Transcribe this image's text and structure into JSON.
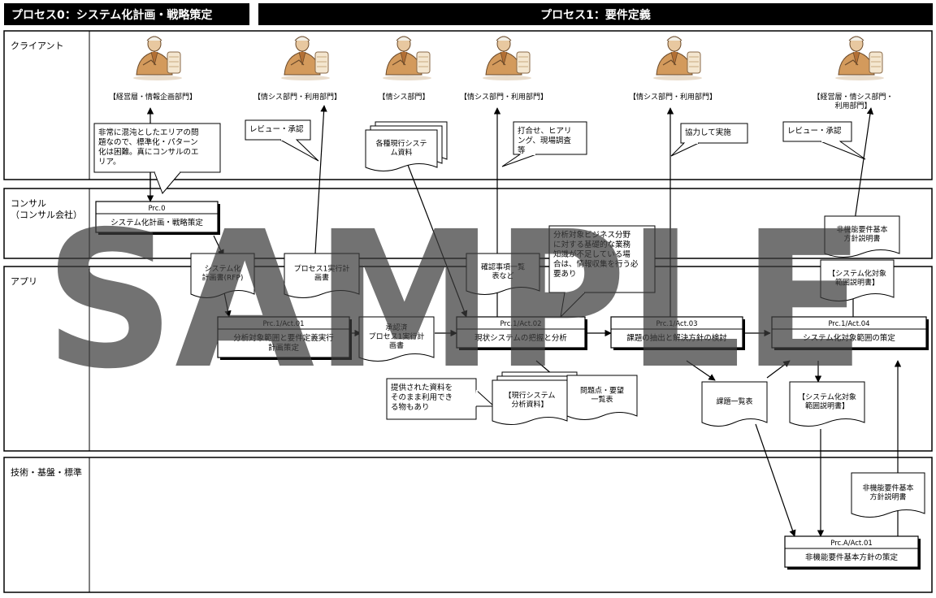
{
  "header": {
    "phase0": "プロセス0：システム化計画・戦略策定",
    "phase1": "プロセス1：要件定義"
  },
  "lanes": {
    "client": "クライアント",
    "consul": [
      "コンサル",
      "（コンサル会社）"
    ],
    "app": "アプリ",
    "tech": "技術・基盤・標準"
  },
  "roles": [
    "【経営層・情報企画部門】",
    "【情シス部門・利用部門】",
    "【情シス部門】",
    "【情シス部門・利用部門】",
    "【情シス部門・利用部門】",
    [
      "【経営層・情シス部門・",
      "利用部門】"
    ]
  ],
  "icons": [
    "consultant-person-icon"
  ],
  "callouts": {
    "confused": [
      "非常に混沌としたエリアの問",
      "題なので、標準化・パターン",
      "化は困難。真にコンサルのエ",
      "リア。"
    ],
    "review1": "レビュー・承認",
    "meeting": [
      "打合せ、ヒアリ",
      "ング、現場調査",
      "等"
    ],
    "cooperate": "協力して実施",
    "review2": "レビュー・承認",
    "analysis": [
      "分析対象ビジネス分野",
      "に対する基礎的な業務",
      "知識が不足している場",
      "合は、情報収集を行う必",
      "要あり"
    ],
    "provided": [
      "提供された資料を",
      "そのまま利用でき",
      "る物もあり"
    ]
  },
  "processes": {
    "prc0": {
      "id": "Prc.0",
      "name": "システム化計画・戦略策定"
    },
    "act01": {
      "id": "Prc.1/Act.01",
      "name": [
        "分析対象範囲と要件定義実行",
        "計画策定"
      ]
    },
    "act02": {
      "id": "Prc.1/Act.02",
      "name": "現状システムの把握と分析"
    },
    "act03": {
      "id": "Prc.1/Act.03",
      "name": "課題の抽出と解決方針の検討"
    },
    "act04": {
      "id": "Prc.1/Act.04",
      "name": "システム化対象範囲の策定"
    },
    "actA01": {
      "id": "Prc.A/Act.01",
      "name": "非機能要件基本方針の策定"
    }
  },
  "documents": {
    "existing": [
      "各種現行システ",
      "ム資料"
    ],
    "sysplan": [
      "システム化",
      "計画書(RFP)"
    ],
    "proc1plan": [
      "プロセス1実行計",
      "画書"
    ],
    "confirm": [
      "確認事項一覧",
      "表など"
    ],
    "nfr_upper": [
      "非機能要件基本",
      "方針説明書"
    ],
    "scope_upper": [
      "【システム化対象",
      "範囲説明書】"
    ],
    "approved": [
      "承認済",
      "プロセス1実行計",
      "画書"
    ],
    "current_analysis": [
      "【現行システム",
      "分析資料】"
    ],
    "issues_req": [
      "問題点・要望",
      "一覧表"
    ],
    "issue_list": "課題一覧表",
    "scope_lower": [
      "【システム化対象",
      "範囲説明書】"
    ],
    "nfr_lower": [
      "非機能要件基本",
      "方針説明書"
    ]
  },
  "watermark": "SAMPLE"
}
